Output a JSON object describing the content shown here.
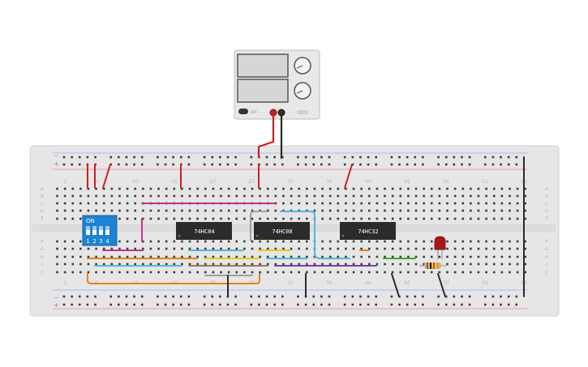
{
  "power_supply": {
    "off_label": "OFF",
    "colors": {
      "body": "#e8e8e8",
      "screen": "#d7d7d7",
      "plus_lead": "#cc1f1f",
      "minus_lead": "#222222"
    }
  },
  "breadboard": {
    "column_labels_top": [
      "1",
      "5",
      "10",
      "15",
      "20",
      "25",
      "30",
      "35",
      "40",
      "45",
      "50",
      "55",
      "60"
    ],
    "column_labels_bottom": [
      "1",
      "5",
      "10",
      "15",
      "20",
      "25",
      "30",
      "35",
      "40",
      "45",
      "50",
      "55",
      "60"
    ],
    "row_labels_upper": [
      "A",
      "B",
      "C",
      "D",
      "E"
    ],
    "row_labels_lower": [
      "F",
      "G",
      "H",
      "I",
      "J"
    ],
    "rail_symbols": {
      "minus": "−",
      "plus": "+"
    },
    "colors": {
      "board": "#e6e6e6",
      "hole": "#3a3a3a",
      "rail_red": "#e88b8b",
      "rail_blue": "#8bb6e8",
      "label": "#b5b5b5"
    }
  },
  "dip_switch": {
    "on_label": "ON",
    "numbers": [
      "1",
      "2",
      "3",
      "4"
    ],
    "color": "#1e82d2"
  },
  "chips": [
    {
      "label": "74HC04"
    },
    {
      "label": "74HC08"
    },
    {
      "label": "74HC32"
    }
  ],
  "led": {
    "color": "#a81818"
  },
  "resistor": {
    "bands": [
      "#8a5a2a",
      "#1a1a1a",
      "#d45a00",
      "#c8a030"
    ]
  },
  "wire_colors": {
    "red": "#cc1f1f",
    "black": "#2a2a2a",
    "magenta": "#c2338f",
    "orange": "#e9801a",
    "yellow": "#e8c81c",
    "cyan": "#4fb8d8",
    "brown": "#9a7a55",
    "purple": "#7b3fa3",
    "green": "#3aaa35",
    "gray": "#a0a0a0"
  }
}
